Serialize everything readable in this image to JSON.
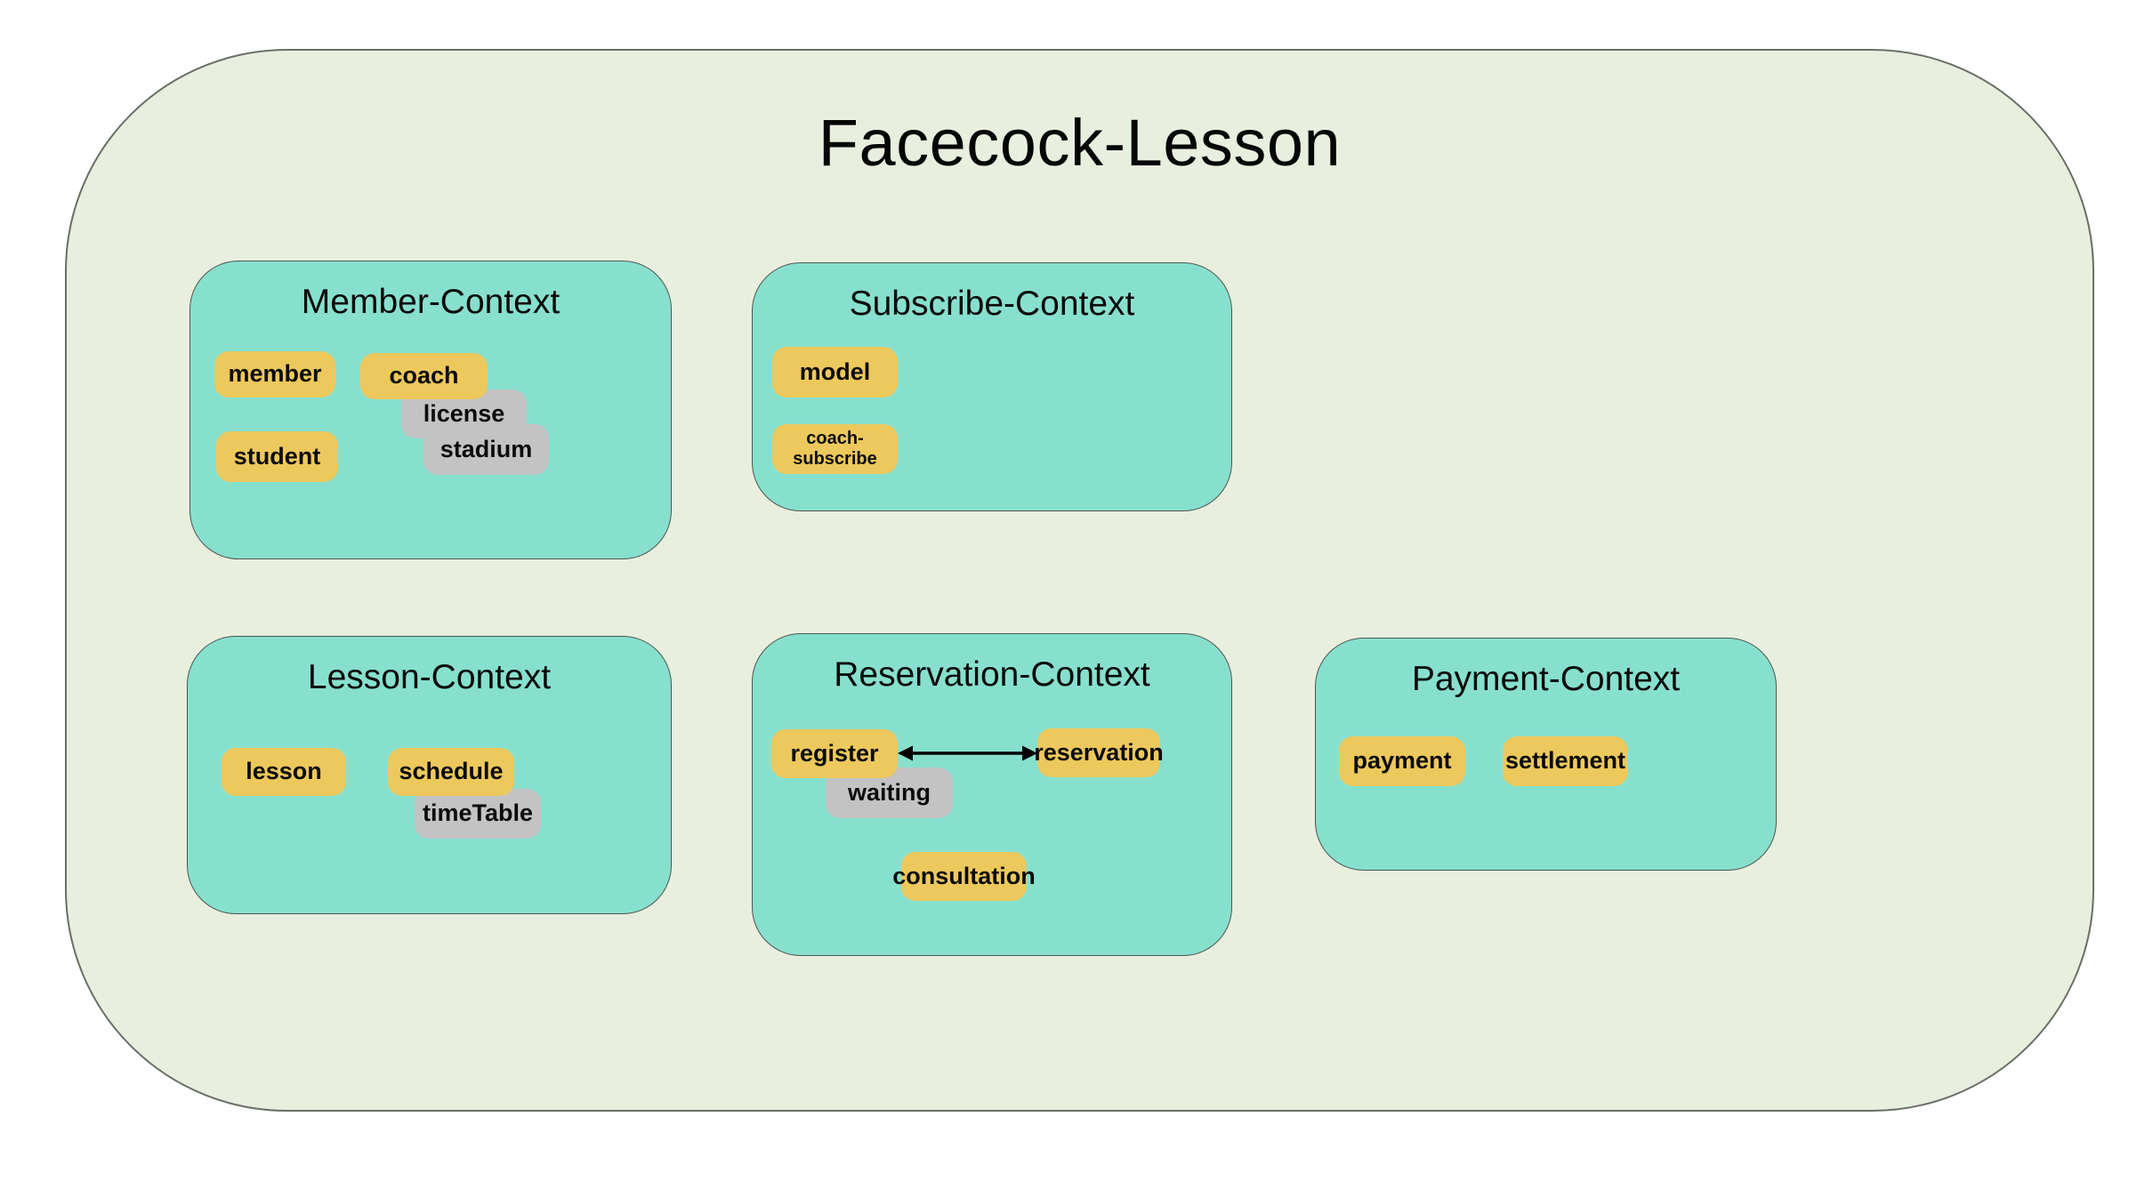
{
  "diagram": {
    "title": "Facecock-Lesson",
    "colors": {
      "boundary_bg": "#e8efdf",
      "context_bg": "#87e0ce",
      "entity_yellow": "#edc85c",
      "entity_gray": "#c3c3c3",
      "arrow": "#000000"
    },
    "contexts": [
      {
        "title": "Member-Context",
        "entities": [
          {
            "label": "member",
            "variant": "yellow"
          },
          {
            "label": "coach",
            "variant": "yellow"
          },
          {
            "label": "license",
            "variant": "gray"
          },
          {
            "label": "stadium",
            "variant": "gray"
          },
          {
            "label": "student",
            "variant": "yellow"
          }
        ]
      },
      {
        "title": "Subscribe-Context",
        "entities": [
          {
            "label": "model",
            "variant": "yellow"
          },
          {
            "label": "coach-subscribe",
            "variant": "yellow"
          }
        ]
      },
      {
        "title": "Lesson-Context",
        "entities": [
          {
            "label": "lesson",
            "variant": "yellow"
          },
          {
            "label": "schedule",
            "variant": "yellow"
          },
          {
            "label": "timeTable",
            "variant": "gray"
          }
        ]
      },
      {
        "title": "Reservation-Context",
        "entities": [
          {
            "label": "register",
            "variant": "yellow"
          },
          {
            "label": "reservation",
            "variant": "yellow"
          },
          {
            "label": "waiting",
            "variant": "gray"
          },
          {
            "label": "consultation",
            "variant": "yellow"
          }
        ],
        "relations": [
          {
            "from": "register",
            "to": "reservation",
            "type": "bidirectional-arrow"
          }
        ]
      },
      {
        "title": "Payment-Context",
        "entities": [
          {
            "label": "payment",
            "variant": "yellow"
          },
          {
            "label": "settlement",
            "variant": "yellow"
          }
        ]
      }
    ]
  }
}
